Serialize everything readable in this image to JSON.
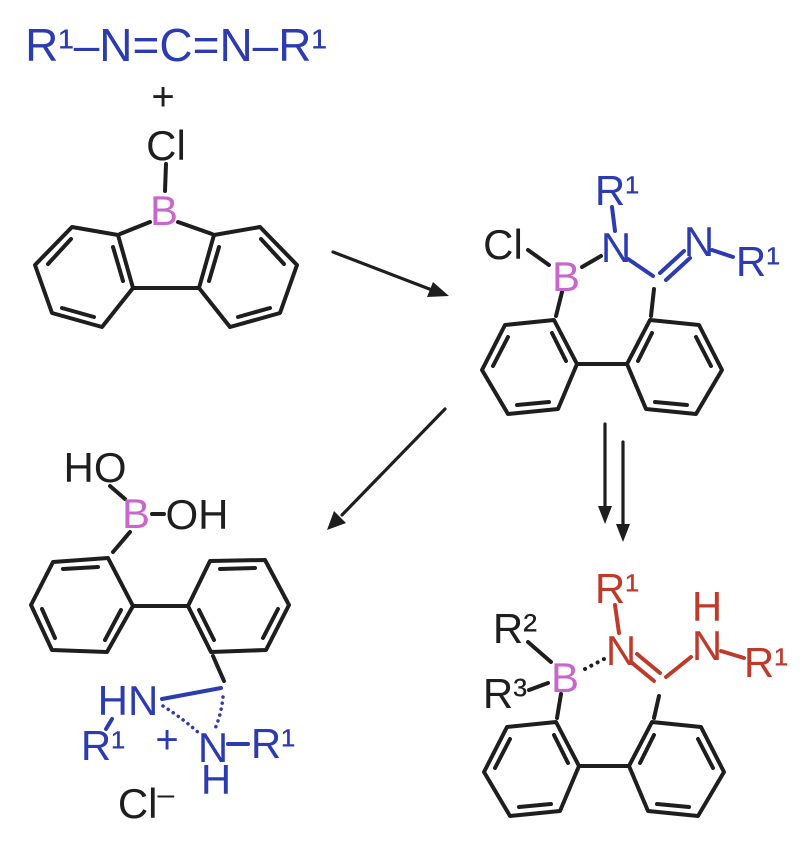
{
  "colors": {
    "blue": "#2C3BAF",
    "magenta": "#C966CC",
    "red": "#BE3B2B",
    "black": "#1E1E1E",
    "background": "#FFFFFF"
  },
  "reactants": {
    "carbodiimide": {
      "formula": "R¹–N=C=N–R¹"
    },
    "plus_sign": "+",
    "chloroborafluorene": {
      "chlorine": "Cl",
      "boron": "B"
    }
  },
  "adduct": {
    "chlorine": "Cl",
    "boron": "B",
    "amine_substituent": "R¹",
    "amine_nitrogen": "N",
    "imine_nitrogen": "N",
    "imine_substituent": "R¹"
  },
  "hydrolysis_product": {
    "hydroxyl_left": "HO",
    "boron": "B",
    "hydroxyl_right": "OH",
    "amidinium": {
      "hn": "HN",
      "r1_left": "R¹",
      "plus_charge": "+",
      "n": "N",
      "h": "H",
      "r1_right": "R¹"
    },
    "counterion": {
      "symbol": "Cl",
      "charge": "–"
    }
  },
  "rearranged_product": {
    "r2": "R²",
    "r3": "R³",
    "boron": "B",
    "amine_substituent": "R¹",
    "n1": "N",
    "h": "H",
    "n2": "N",
    "r1_right": "R¹"
  }
}
